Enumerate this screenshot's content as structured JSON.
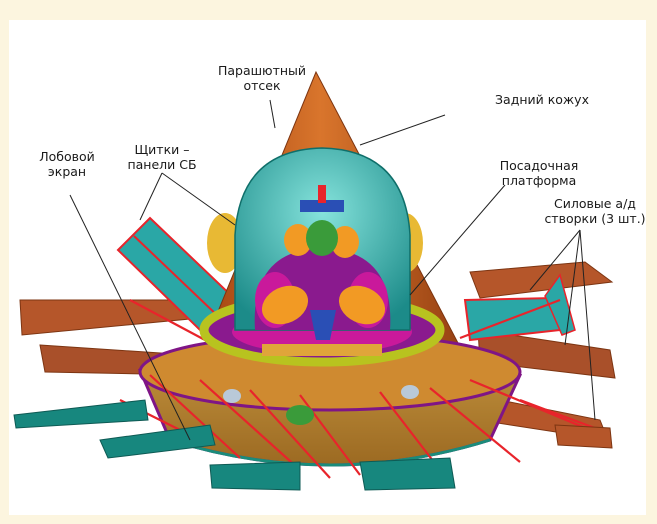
{
  "labels": {
    "parachute": "Парашютный\nотсек",
    "rear_cover": "Задний кожух",
    "shields": "Щитки –\nпанели СБ",
    "heat_shield": "Лобовой\nэкран",
    "landing_platform": "Посадочная\nплатформа",
    "flaps": "Силовые а/д\nстворки (3 шт.)"
  },
  "colors": {
    "background_band": "#fcf5df",
    "cone": "#c5601e",
    "dome": "#35c0b9",
    "purple": "#7f1586",
    "magenta": "#c9199b",
    "ring": "#b8c31f",
    "flap": "#b5562a",
    "panel": "#2aa7a6",
    "strut": "#e8242b",
    "heat_shield": "#b8832e"
  }
}
